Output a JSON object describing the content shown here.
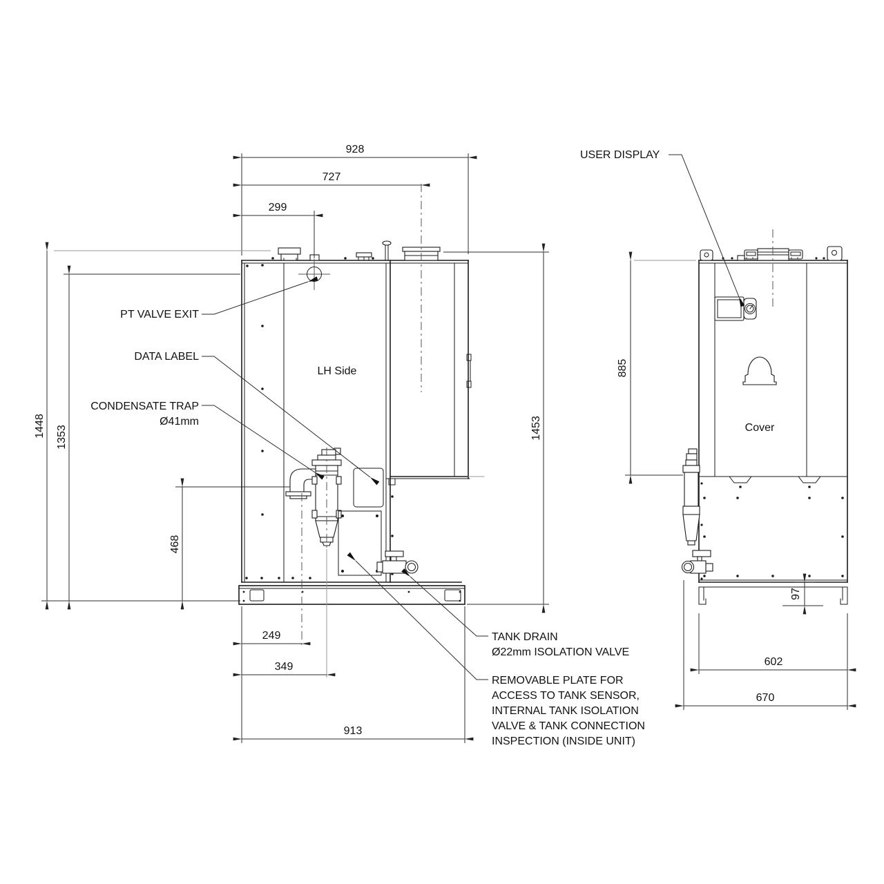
{
  "left_view": {
    "label": "LH Side",
    "annotations": {
      "pt_valve_exit": "PT VALVE EXIT",
      "data_label": "DATA LABEL",
      "condensate_trap": [
        "CONDENSATE TRAP",
        "Ø41mm"
      ],
      "tank_drain": [
        "TANK DRAIN",
        "Ø22mm ISOLATION VALVE"
      ],
      "removable_plate": [
        "REMOVABLE PLATE FOR",
        "ACCESS TO TANK SENSOR,",
        "INTERNAL TANK ISOLATION",
        "VALVE & TANK CONNECTION",
        "INSPECTION (INSIDE UNIT)"
      ]
    },
    "dims": {
      "depth_overall": "928",
      "depth_to_flue": "727",
      "depth_to_pt_valve": "299",
      "height_overall": "1448",
      "height_to_pt_valve": "1353",
      "height_to_condensate": "468",
      "height_to_flue_top": "1453",
      "drain_pipe_offset": "249",
      "trap_offset": "349",
      "base_depth": "913"
    }
  },
  "right_view": {
    "label": "Cover",
    "annotations": {
      "user_display": "USER DISPLAY"
    },
    "dims": {
      "cover_height": "885",
      "base_height": "97",
      "feet_width": "602",
      "width_overall": "670"
    }
  },
  "colors": {
    "line": "#1a1a1a",
    "background": "#ffffff"
  }
}
